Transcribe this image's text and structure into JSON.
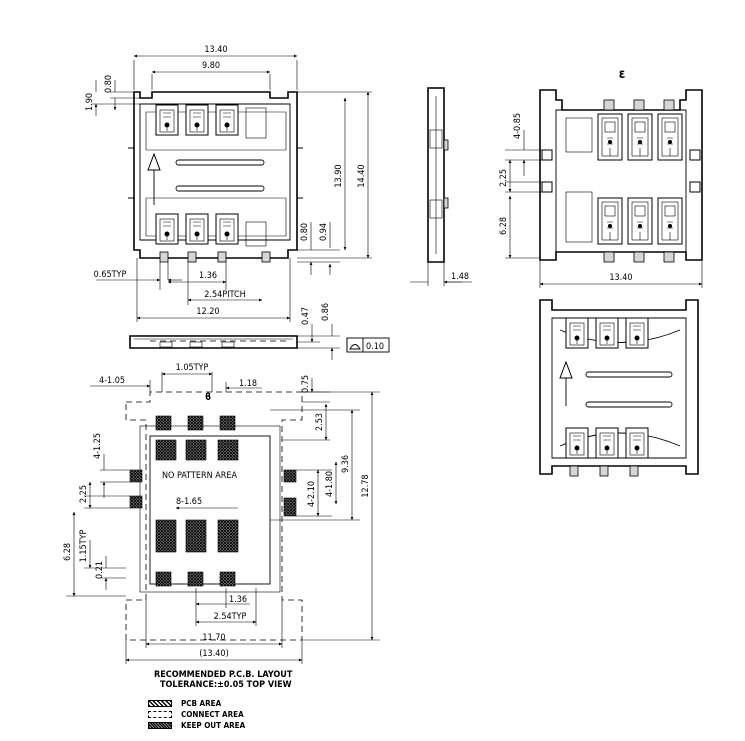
{
  "views": {
    "top_view": {
      "dims": {
        "overall_width": "13.40",
        "inner_width": "9.80",
        "top_offset": "0.80",
        "top_height": "1.90",
        "body_length": "13.90",
        "overall_length": "14.40",
        "pin_offset_a": "0.80",
        "pin_offset_b": "0.94",
        "pin_width": "0.65TYP",
        "pin_spacing": "1.36",
        "pitch": "2.54PITCH",
        "pin_span": "12.20"
      }
    },
    "front_view": {
      "dims": {
        "height_a": "0.47",
        "height_b": "0.86",
        "flatness": "0.10"
      }
    },
    "side_view": {
      "dims": {
        "thickness": "1.48"
      }
    },
    "back_view": {
      "dims": {
        "label": "ε",
        "slot_width": "4-0.85",
        "slot_spacing": "2.25",
        "slot_span": "6.28",
        "overall_width": "13.40"
      }
    },
    "pcb_layout": {
      "dims": {
        "corner_pads": "4-1.05",
        "pad_width": "1.05TYP",
        "pad_pitch": "1.18",
        "top_margin": "0.75",
        "pad_row_offset": "2.53",
        "side_pads": "4-1.25",
        "side_pad_spacing": "2.25",
        "left_span": "6.28",
        "pad_length": "1.15TYP",
        "pad_gap": "0.21",
        "right_pads_a": "4-2.10",
        "right_pads_b": "4-1.80",
        "inner_length": "9.36",
        "outer_length": "12.78",
        "contact_pads": "8-1.65",
        "bottom_spacing": "1.36",
        "bottom_pitch": "2.54TYP",
        "inner_width": "11.70",
        "outer_width": "(13.40)",
        "orientation_mark": "ϐ"
      },
      "no_pattern_label": "NO PATTERN AREA",
      "caption_line1": "RECOMMENDED P.C.B. LAYOUT",
      "caption_line2": "TOLERANCE:±0.05 TOP VIEW"
    }
  },
  "legend": {
    "pcb": "PCB AREA",
    "connect": "CONNECT AREA",
    "keep_out": "KEEP OUT AREA"
  },
  "icons": {
    "flatness_symbol": "flatness-icon",
    "insertion_arrow": "arrow-up-icon"
  }
}
